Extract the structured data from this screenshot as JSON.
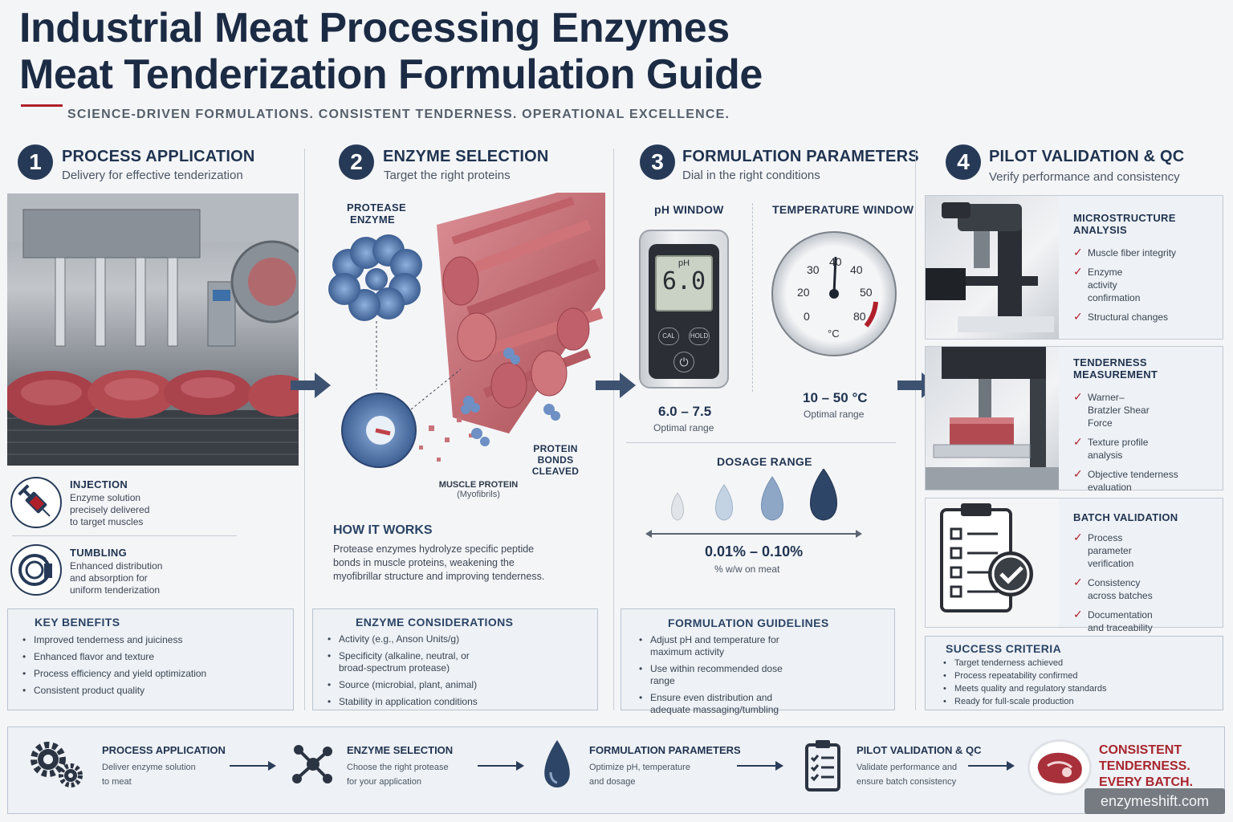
{
  "header": {
    "title_line1": "Industrial Meat Processing Enzymes",
    "title_line2": "Meat Tenderization Formulation Guide",
    "subtitle": "SCIENCE-DRIVEN FORMULATIONS. CONSISTENT TENDERNESS. OPERATIONAL EXCELLENCE."
  },
  "steps": [
    {
      "num": "1",
      "title": "PROCESS APPLICATION",
      "sub": "Delivery for effective tenderization"
    },
    {
      "num": "2",
      "title": "ENZYME SELECTION",
      "sub": "Target the right proteins"
    },
    {
      "num": "3",
      "title": "FORMULATION PARAMETERS",
      "sub": "Dial in the right conditions"
    },
    {
      "num": "4",
      "title": "PILOT VALIDATION & QC",
      "sub": "Verify performance and consistency"
    }
  ],
  "process": {
    "injection_title": "INJECTION",
    "injection_text": [
      "Enzyme solution",
      "precisely delivered",
      "to target muscles"
    ],
    "tumbling_title": "TUMBLING",
    "tumbling_text": [
      "Enhanced distribution",
      "and absorption for",
      "uniform tenderization"
    ],
    "benefits_title": "KEY BENEFITS",
    "benefits": [
      "Improved tenderness and juiciness",
      "Enhanced flavor and texture",
      "Process efficiency and yield optimization",
      "Consistent product quality"
    ]
  },
  "enzyme": {
    "protease_label": [
      "PROTEASE",
      "ENZYME"
    ],
    "bonds_label": [
      "PROTEIN BONDS",
      "CLEAVED"
    ],
    "muscle_label": "MUSCLE PROTEIN",
    "muscle_sub": "(Myofibrils)",
    "how_title": "HOW IT WORKS",
    "how_text": [
      "Protease enzymes hydrolyze specific peptide",
      "bonds in muscle proteins, weakening the",
      "myofibrillar structure and improving tenderness."
    ],
    "considerations_title": "ENZYME CONSIDERATIONS",
    "considerations": [
      "Activity (e.g., Anson Units/g)",
      "Specificity (alkaline, neutral, or broad-spectrum protease)",
      "Source (microbial, plant, animal)",
      "Stability in application conditions"
    ]
  },
  "formulation": {
    "ph_title": "pH WINDOW",
    "ph_screen_label": "pH",
    "ph_reading": "6.0",
    "ph_btn_cal": "CAL",
    "ph_btn_hold": "HOLD",
    "ph_range": "6.0 – 7.5",
    "ph_range_sub": "Optimal range",
    "temp_title": "TEMPERATURE WINDOW",
    "gauge_ticks": [
      "0",
      "20",
      "30",
      "40",
      "40",
      "50",
      "80"
    ],
    "gauge_unit": "°C",
    "temp_range": "10 – 50 °C",
    "temp_range_sub": "Optimal range",
    "dosage_title": "DOSAGE RANGE",
    "dosage_range": "0.01% – 0.10%",
    "dosage_sub": "% w/w on meat",
    "guidelines_title": "FORMULATION GUIDELINES",
    "guidelines": [
      "Adjust pH and temperature for maximum activity",
      "Use within recommended dose range",
      "Ensure even distribution and adequate massaging/tumbling"
    ]
  },
  "validation": {
    "cards": [
      {
        "title": [
          "MICROSTRUCTURE",
          "ANALYSIS"
        ],
        "items": [
          "Muscle fiber integrity",
          "Enzyme activity confirmation",
          "Structural changes"
        ]
      },
      {
        "title": [
          "TENDERNESS",
          "MEASUREMENT"
        ],
        "items": [
          "Warner–Bratzler Shear Force",
          "Texture profile analysis",
          "Objective tenderness evaluation"
        ]
      },
      {
        "title": [
          "BATCH VALIDATION"
        ],
        "items": [
          "Process parameter verification",
          "Consistency across batches",
          "Documentation and traceability"
        ]
      }
    ],
    "success_title": "SUCCESS CRITERIA",
    "success": [
      "Target tenderness achieved",
      "Process repeatability confirmed",
      "Meets quality and regulatory standards",
      "Ready for full-scale production"
    ]
  },
  "flow": [
    {
      "title": "PROCESS APPLICATION",
      "sub": [
        "Deliver enzyme solution",
        "to meat"
      ],
      "icon": "gears-icon"
    },
    {
      "title": "ENZYME SELECTION",
      "sub": [
        "Choose the right protease",
        "for your application"
      ],
      "icon": "molecule-icon"
    },
    {
      "title": "FORMULATION PARAMETERS",
      "sub": [
        "Optimize pH, temperature",
        "and dosage"
      ],
      "icon": "drop-icon"
    },
    {
      "title": "PILOT VALIDATION & QC",
      "sub": [
        "Validate performance and",
        "ensure batch consistency"
      ],
      "icon": "clipboard-icon"
    }
  ],
  "final": [
    "CONSISTENT",
    "TENDERNESS.",
    "EVERY BATCH."
  ],
  "watermark": "enzymeshift.com",
  "colors": {
    "navy": "#263a57",
    "accent_red": "#b0202a",
    "protein_blue": "#5a7fb5",
    "meat_red": "#b8545c"
  }
}
